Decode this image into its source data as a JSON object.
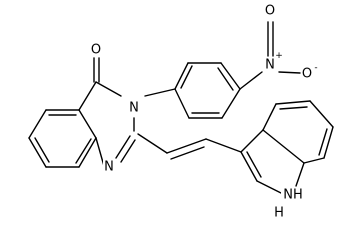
{
  "molecule": {
    "atom_labels": {
      "carbonyl_oxygen": "O",
      "quinazoline_n3": "N",
      "quinazoline_n1": "N",
      "nitro_n": "N",
      "nitro_n_charge": "+",
      "nitro_o_top": "O",
      "nitro_o_right": "O",
      "nitro_o_right_charge": "-",
      "indole_nh": "NH",
      "indole_h": "H"
    }
  }
}
